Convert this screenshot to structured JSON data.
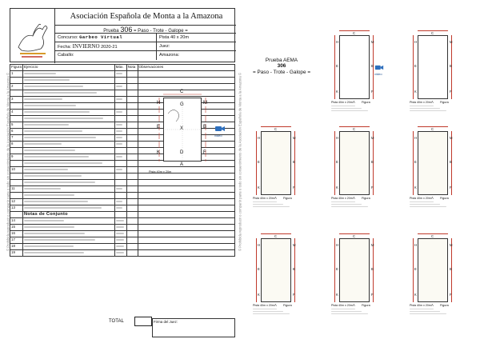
{
  "header": {
    "association": "Asociación Española de Monta a la Amazona",
    "test_prefix": "Prueba",
    "test_number": "306",
    "test_suffix": "= Paso - Trote - Galope =",
    "concurso_label": "Concurso:",
    "concurso_value": "Garbeo Virtual",
    "pista_label": "Pista 40 x 20m",
    "fecha_label": "Fecha:",
    "fecha_season": "INVIERNO",
    "fecha_value": "2020-21",
    "juez_label": "Juez:",
    "caballo_label": "Caballo:",
    "amazona_label": "Amazona:"
  },
  "table": {
    "headers": [
      "Figura",
      "Ejercicio",
      "Máx.",
      "Nota",
      "Observaciones"
    ],
    "rows": [
      "1",
      "",
      "2",
      "",
      "3",
      "",
      "4",
      "",
      "5",
      "6",
      "7",
      "8",
      "",
      "9",
      "",
      "10",
      "",
      "",
      "11",
      "",
      "12",
      "13"
    ],
    "conjunto_label": "Notas de Conjunto",
    "conjunto_rows": [
      "14",
      "15",
      "16",
      "17",
      "18",
      "19"
    ],
    "total_label": "TOTAL",
    "firma_label": "Firma del Juez:"
  },
  "side_note": "© Prohibida reproducir o compartir parte o todo sin consentimiento de la Asociación Española de Monta a la Amazona ©",
  "big_arena": {
    "letters": {
      "top": "C",
      "g": "G",
      "x": "X",
      "d": "D",
      "bottom": "A",
      "h": "H",
      "m": "M",
      "e": "E",
      "b": "B",
      "k": "K",
      "f": "F"
    },
    "pista": "Pista 40m x 20m",
    "video": "video"
  },
  "aema": {
    "line1": "Prueba AEMA",
    "line2": "306",
    "line3": "= Paso - Trote - Galope ="
  },
  "small_arenas": {
    "letters": {
      "top": "C",
      "bottom": "A",
      "h": "H",
      "m": "M",
      "e": "E",
      "b": "B",
      "k": "K",
      "f": "F"
    },
    "pista": "Pista 40m x 20m",
    "figura": "Figura",
    "video": "video"
  },
  "colors": {
    "dimension": "#c0392b",
    "arena_fill": "#fbfaf3",
    "video": "#1d4f8f"
  }
}
